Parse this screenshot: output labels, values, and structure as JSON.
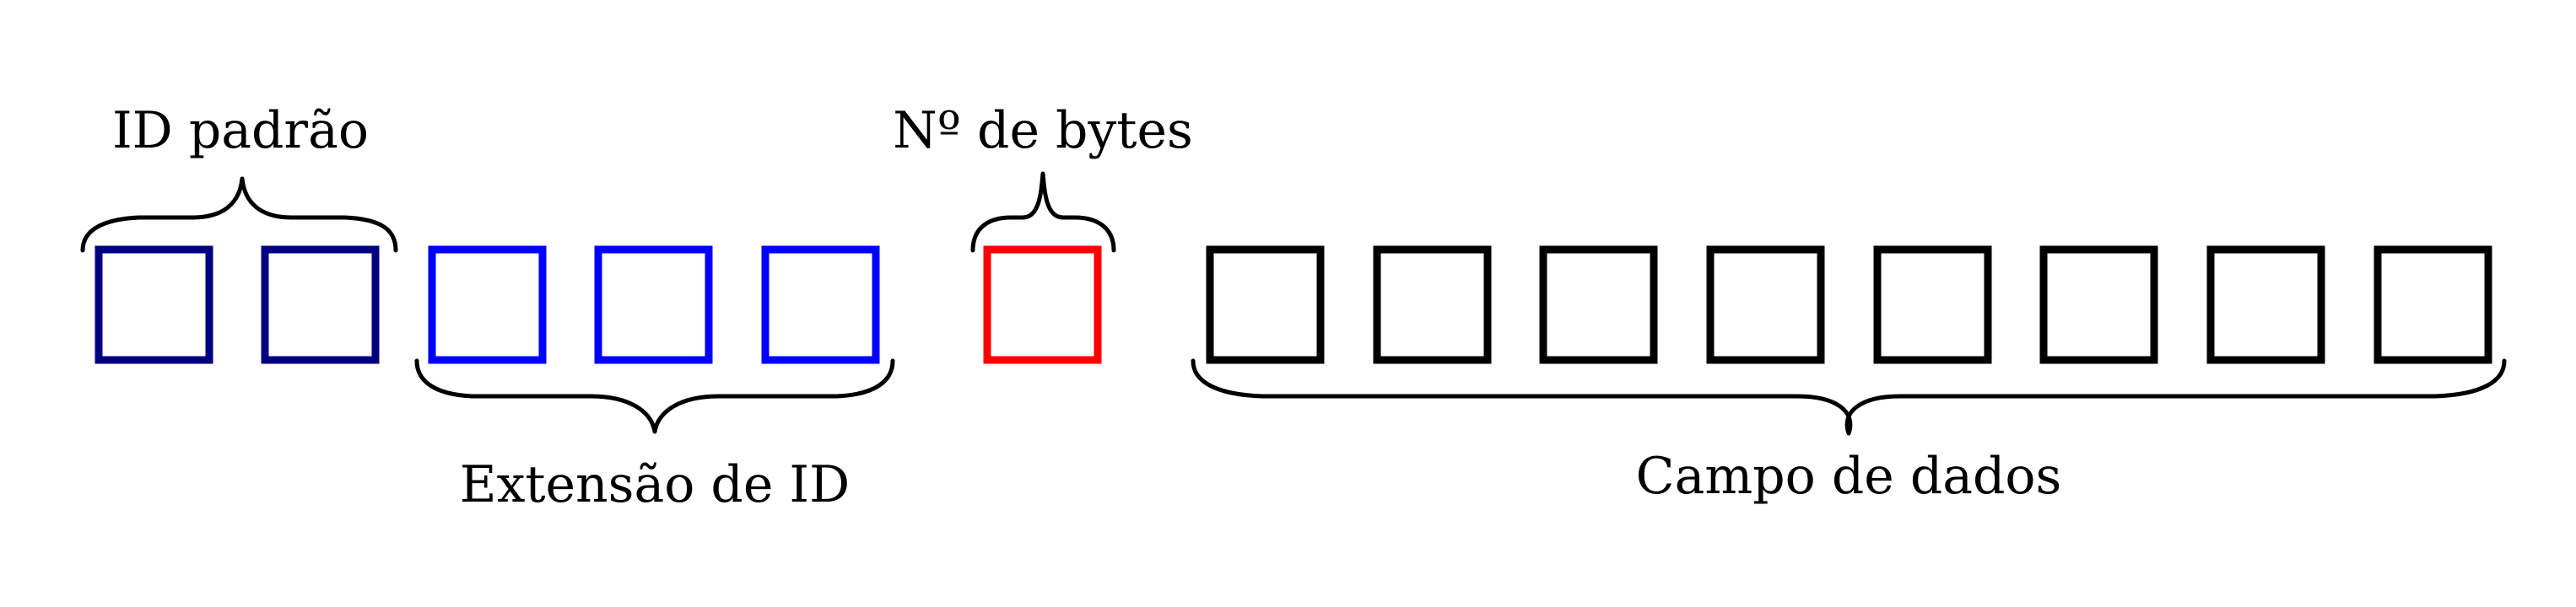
{
  "labels": {
    "standard_id": "ID padrão",
    "id_extension": "Extensão de ID",
    "byte_count": "Nº de bytes",
    "data_field": "Campo de dados"
  },
  "groups": [
    {
      "name": "standard-id",
      "count": 2,
      "color": "#000080"
    },
    {
      "name": "id-extension",
      "count": 3,
      "color": "#0000ff"
    },
    {
      "name": "byte-count",
      "count": 1,
      "color": "#ff0000"
    },
    {
      "name": "data-field",
      "count": 8,
      "color": "#000000"
    }
  ]
}
